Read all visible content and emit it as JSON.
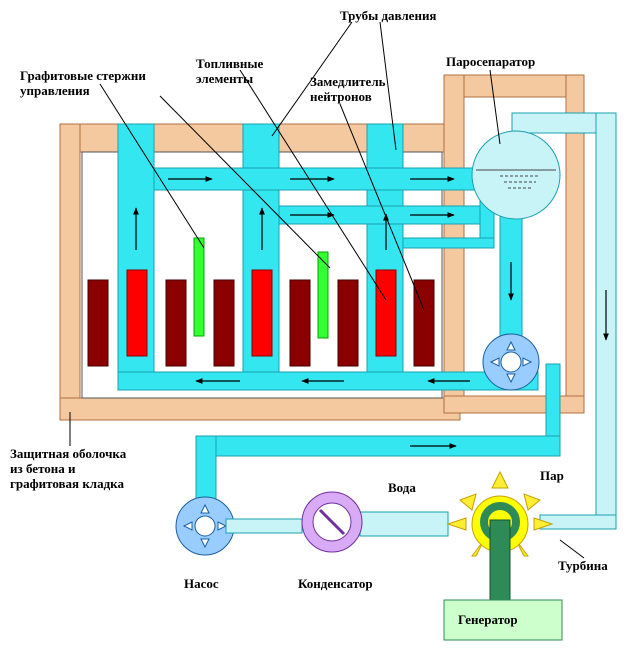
{
  "labels": {
    "pressure_tubes": "Трубы давления",
    "control_rods": "Графитовые стержни\nуправления",
    "fuel_elements": "Топливные\nэлементы",
    "moderator": "Замедлитель\nнейтронов",
    "separator": "Пароcепаратор",
    "containment": "Защитная  оболочка\nиз бетона и\nграфитовая кладка",
    "water": "Вода",
    "steam": "Пар",
    "turbine": "Турбина",
    "pump": "Насос",
    "condenser": "Конденсатор",
    "generator": "Генератор"
  },
  "colors": {
    "concrete": "#f5c9a0",
    "concrete_edge": "#b07040",
    "water": "#33e6f0",
    "water_edge": "#1aa0b0",
    "steam": "#c8f4f8",
    "fuel": "#ff0000",
    "control_rod": "#33ff33",
    "graphite": "#8b0000",
    "pump": "#99ccff",
    "condenser": "#d9aaf5",
    "turbine_rays": "#ffee33",
    "turbine_body": "#ffff00",
    "rotor": "#2e8b57",
    "generator": "#ccffcc"
  }
}
